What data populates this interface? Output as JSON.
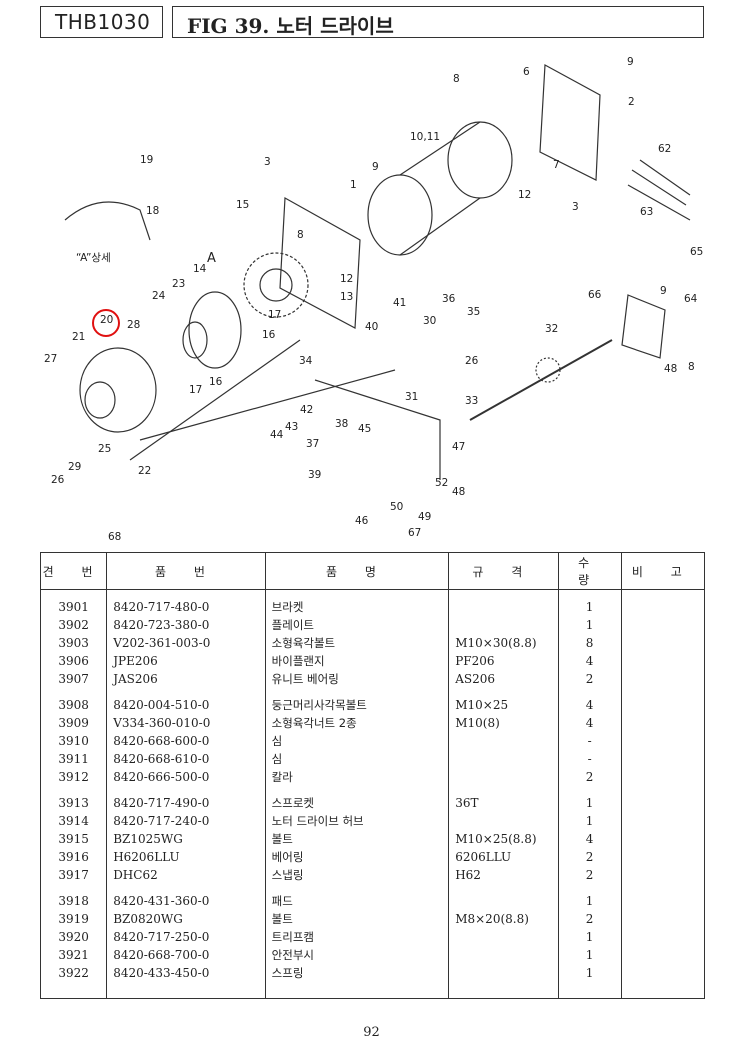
{
  "header": {
    "model": "THB1030",
    "figure_title": "FIG 39. 노터 드라이브"
  },
  "diagram": {
    "detail_label": "“A”상세",
    "view_label": "A",
    "callouts": [
      "1",
      "2",
      "3",
      "3",
      "6",
      "7",
      "8",
      "8",
      "8",
      "9",
      "9",
      "9",
      "10,11",
      "12",
      "12",
      "13",
      "14",
      "15",
      "16",
      "16",
      "17",
      "17",
      "18",
      "19",
      "20",
      "21",
      "22",
      "23",
      "24",
      "25",
      "26",
      "26",
      "27",
      "28",
      "29",
      "30",
      "31",
      "32",
      "33",
      "34",
      "35",
      "36",
      "37",
      "38",
      "39",
      "40",
      "41",
      "42",
      "43",
      "44",
      "45",
      "46",
      "47",
      "48",
      "48",
      "49",
      "50",
      "52",
      "62",
      "63",
      "64",
      "65",
      "66",
      "67",
      "68"
    ]
  },
  "table": {
    "headers": [
      "견 번",
      "품 번",
      "품 명",
      "규 격",
      "수 량",
      "비 고"
    ],
    "groups": [
      [
        {
          "no": "3901",
          "part": "8420-717-480-0",
          "name": "브라켓",
          "spec": "",
          "qty": "1"
        },
        {
          "no": "3902",
          "part": "8420-723-380-0",
          "name": "플레이트",
          "spec": "",
          "qty": "1"
        },
        {
          "no": "3903",
          "part": "V202-361-003-0",
          "name": "소형육각볼트",
          "spec": "M10×30(8.8)",
          "qty": "8"
        },
        {
          "no": "3906",
          "part": "JPE206",
          "name": "바이플랜지",
          "spec": "PF206",
          "qty": "4"
        },
        {
          "no": "3907",
          "part": "JAS206",
          "name": "유니트 베어링",
          "spec": "AS206",
          "qty": "2"
        }
      ],
      [
        {
          "no": "3908",
          "part": "8420-004-510-0",
          "name": "둥근머리사각목볼트",
          "spec": "M10×25",
          "qty": "4"
        },
        {
          "no": "3909",
          "part": "V334-360-010-0",
          "name": "소형육각너트 2종",
          "spec": "M10(8)",
          "qty": "4"
        },
        {
          "no": "3910",
          "part": "8420-668-600-0",
          "name": "심",
          "spec": "",
          "qty": "-"
        },
        {
          "no": "3911",
          "part": "8420-668-610-0",
          "name": "심",
          "spec": "",
          "qty": "-"
        },
        {
          "no": "3912",
          "part": "8420-666-500-0",
          "name": "칼라",
          "spec": "",
          "qty": "2"
        }
      ],
      [
        {
          "no": "3913",
          "part": "8420-717-490-0",
          "name": "스프로켓",
          "spec": "36T",
          "qty": "1"
        },
        {
          "no": "3914",
          "part": "8420-717-240-0",
          "name": "노터 드라이브 허브",
          "spec": "",
          "qty": "1"
        },
        {
          "no": "3915",
          "part": "BZ1025WG",
          "name": "볼트",
          "spec": "M10×25(8.8)",
          "qty": "4"
        },
        {
          "no": "3916",
          "part": "H6206LLU",
          "name": "베어링",
          "spec": "6206LLU",
          "qty": "2"
        },
        {
          "no": "3917",
          "part": "DHC62",
          "name": "스냅링",
          "spec": "H62",
          "qty": "2"
        }
      ],
      [
        {
          "no": "3918",
          "part": "8420-431-360-0",
          "name": "패드",
          "spec": "",
          "qty": "1"
        },
        {
          "no": "3919",
          "part": "BZ0820WG",
          "name": "볼트",
          "spec": "M8×20(8.8)",
          "qty": "2"
        },
        {
          "no": "3920",
          "part": "8420-717-250-0",
          "name": "트리프캠",
          "spec": "",
          "qty": "1"
        },
        {
          "no": "3921",
          "part": "8420-668-700-0",
          "name": "안전부시",
          "spec": "",
          "qty": "1"
        },
        {
          "no": "3922",
          "part": "8420-433-450-0",
          "name": "스프링",
          "spec": "",
          "qty": "1"
        }
      ]
    ]
  },
  "footer": {
    "page_number": "92"
  },
  "colors": {
    "highlight_circle": "#e01010",
    "line": "#333333"
  }
}
